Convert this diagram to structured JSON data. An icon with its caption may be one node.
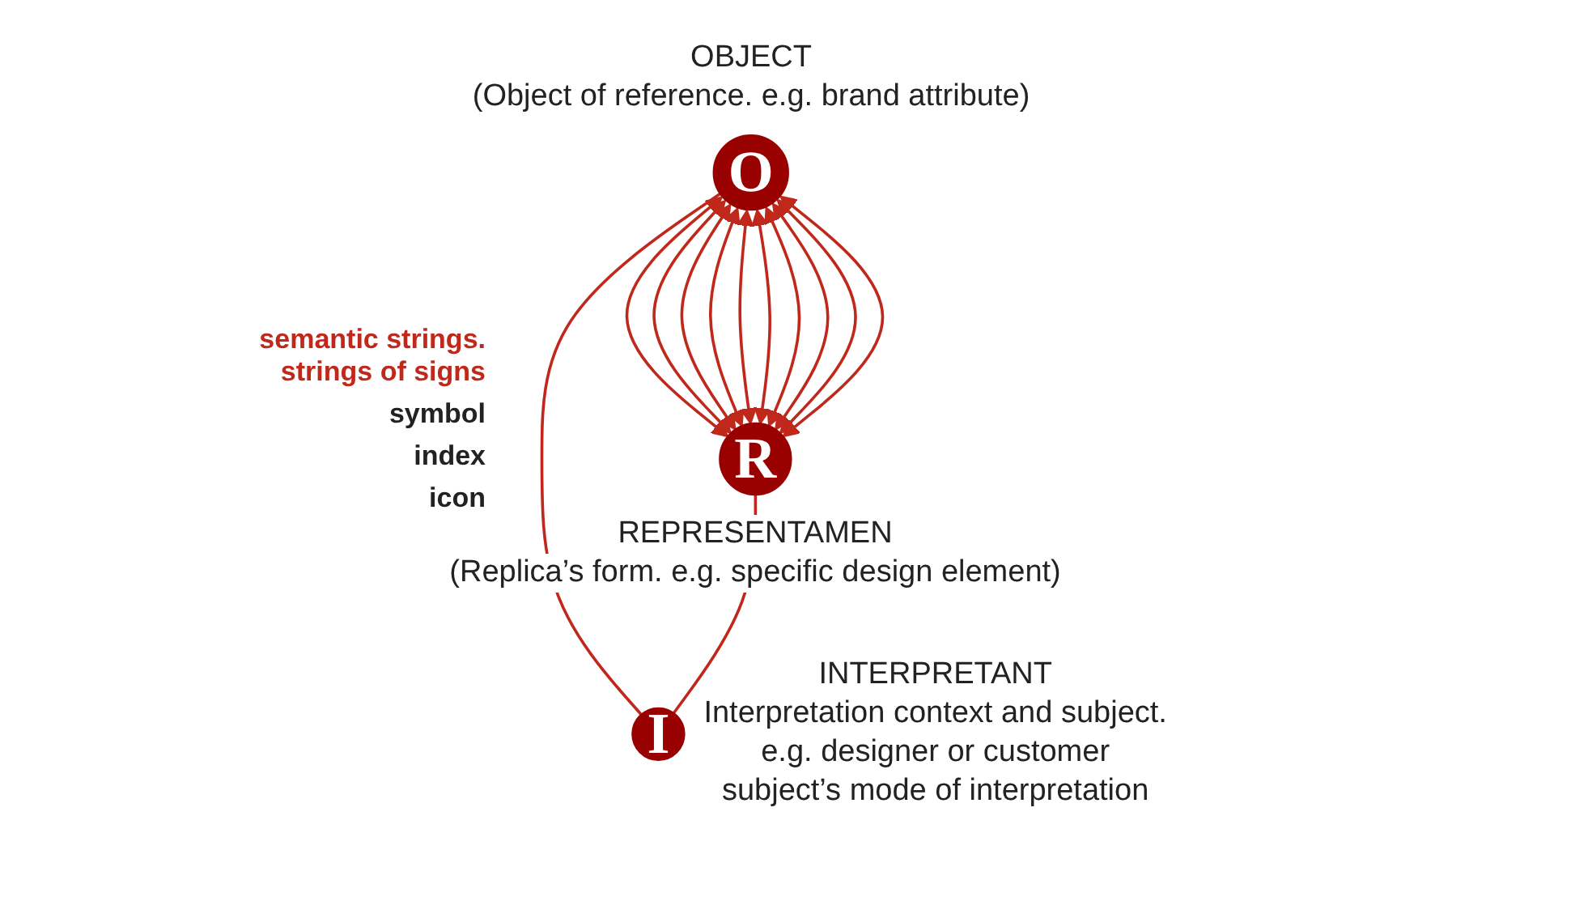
{
  "diagram": {
    "nodes": [
      {
        "text": [
          "O"
        ],
        "beside": [
          "OBJECT",
          "(Object of reference. e.g. brand attribute)"
        ]
      },
      {
        "text": [
          "R"
        ],
        "beside": [
          "REPRESENTAMEN",
          "(Replica’s form. e.g. specific design element)"
        ]
      },
      {
        "text": [
          "I"
        ],
        "beside": [
          "INTERPRETANT",
          "Interpretation context and subject.",
          "e.g. designer or customer",
          "subject’s mode of interpretation"
        ]
      }
    ],
    "edges": [
      {
        "from": 0,
        "to": 1,
        "arrow": "both"
      },
      {
        "from": 0,
        "to": 1,
        "arrow": "both"
      },
      {
        "from": 0,
        "to": 1,
        "arrow": "both"
      },
      {
        "from": 0,
        "to": 1,
        "arrow": "both"
      },
      {
        "from": 0,
        "to": 1,
        "arrow": "both"
      },
      {
        "from": 0,
        "to": 1,
        "arrow": "both"
      },
      {
        "from": 0,
        "to": 1,
        "arrow": "both"
      },
      {
        "from": 0,
        "to": 1,
        "arrow": "both"
      },
      {
        "from": 0,
        "to": 1,
        "arrow": "both"
      },
      {
        "from": 0,
        "to": 1,
        "arrow": "both"
      },
      {
        "from": 0,
        "to": 2,
        "arrow": "none"
      },
      {
        "from": 1,
        "to": 2,
        "arrow": "none"
      }
    ],
    "labels": [
      "semantic strings. strings of signs",
      "symbol",
      "index",
      "icon"
    ]
  }
}
